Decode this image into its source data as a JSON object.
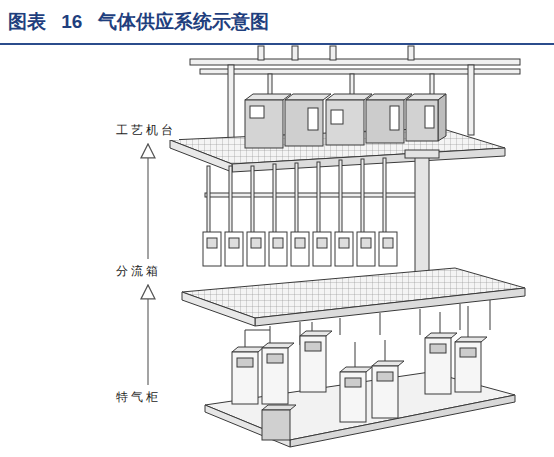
{
  "diagram": {
    "title": "图表 16 气体供应系统示意图",
    "nodes": [
      {
        "text": [
          "工艺机台"
        ]
      },
      {
        "text": [
          "分流箱"
        ]
      },
      {
        "text": [
          "特气柜"
        ]
      }
    ],
    "edges": [
      {
        "from": 2,
        "to": 1,
        "arrow": "to"
      },
      {
        "from": 1,
        "to": 0,
        "arrow": "to"
      }
    ]
  }
}
